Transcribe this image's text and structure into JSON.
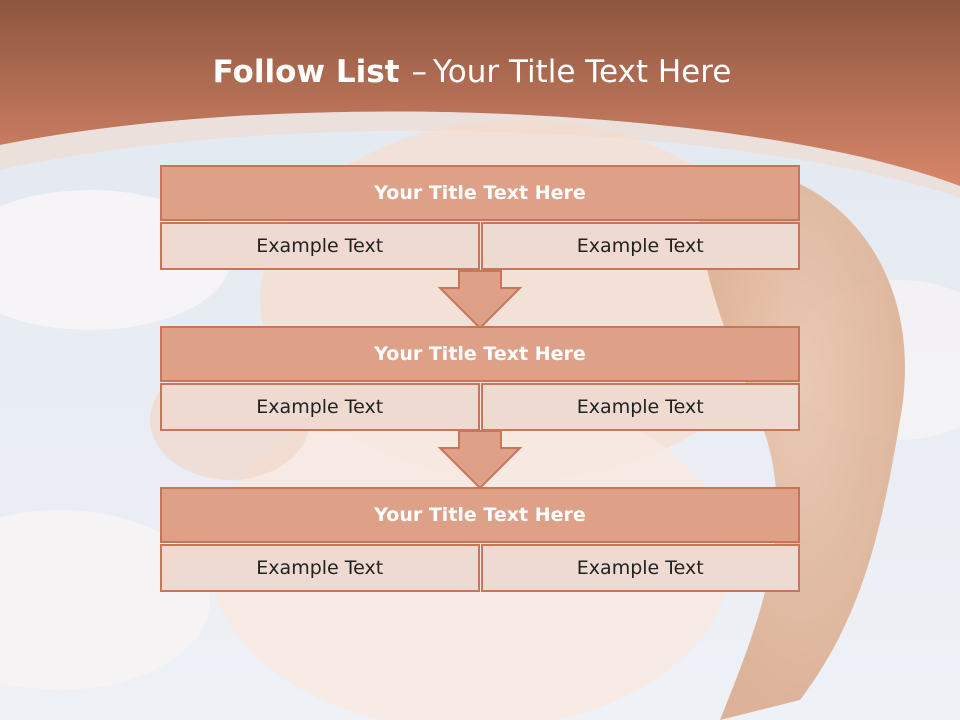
{
  "slide": {
    "title_bold": "Follow List",
    "title_dash": "–",
    "title_rest": "Your Title Text Here"
  },
  "colors": {
    "header_top": "#8d563f",
    "header_bottom": "#d8866a",
    "box_title_fill": "#dfa088",
    "box_cell_fill": "#efdad2",
    "box_border": "#c8765a",
    "title_text": "#ffffff",
    "cell_text": "#222222"
  },
  "steps": [
    {
      "title": "Your Title Text Here",
      "cells": [
        "Example Text",
        "Example Text"
      ]
    },
    {
      "title": "Your Title Text Here",
      "cells": [
        "Example Text",
        "Example Text"
      ]
    },
    {
      "title": "Your Title Text Here",
      "cells": [
        "Example Text",
        "Example Text"
      ]
    }
  ],
  "connectors": [
    "down-arrow",
    "down-arrow"
  ]
}
